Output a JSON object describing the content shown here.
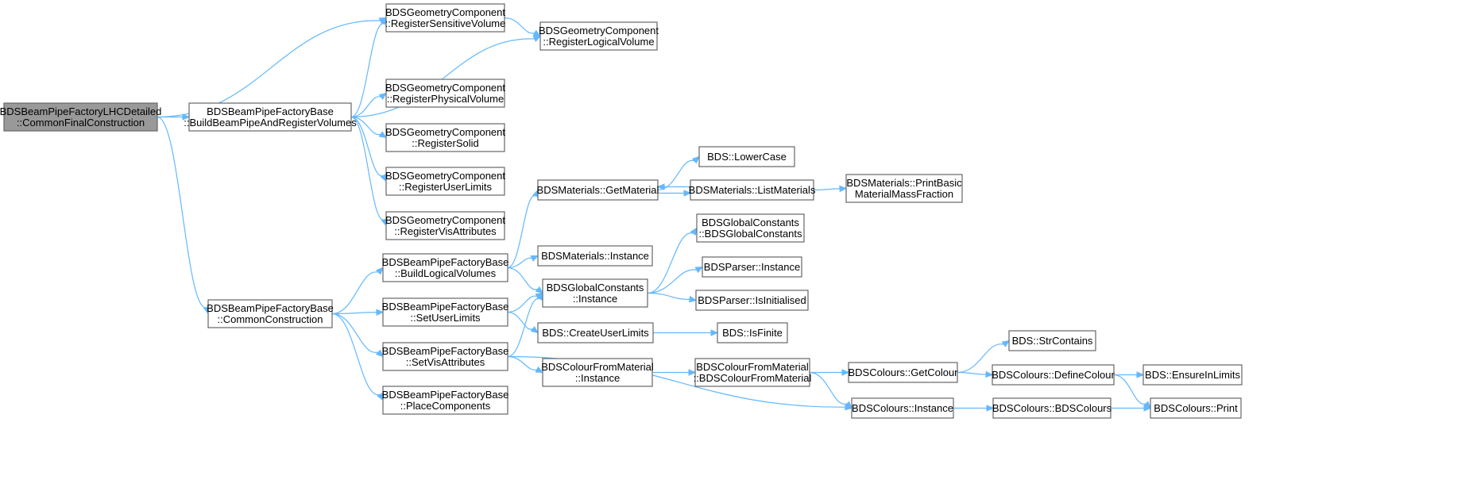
{
  "diagram": {
    "nodes": [
      {
        "id": "root",
        "lines": [
          "BDSBeamPipeFactoryLHCDetailed",
          "::CommonFinalConstruction"
        ],
        "highlight": true
      },
      {
        "id": "bbpr",
        "lines": [
          "BDSBeamPipeFactoryBase",
          "::BuildBeamPipeAndRegisterVolumes"
        ]
      },
      {
        "id": "cc",
        "lines": [
          "BDSBeamPipeFactoryBase",
          "::CommonConstruction"
        ]
      },
      {
        "id": "rsv",
        "lines": [
          "BDSGeometryComponent",
          "::RegisterSensitiveVolume"
        ]
      },
      {
        "id": "rlv",
        "lines": [
          "BDSGeometryComponent",
          "::RegisterLogicalVolume"
        ]
      },
      {
        "id": "rpv",
        "lines": [
          "BDSGeometryComponent",
          "::RegisterPhysicalVolume"
        ]
      },
      {
        "id": "rs",
        "lines": [
          "BDSGeometryComponent",
          "::RegisterSolid"
        ]
      },
      {
        "id": "rul",
        "lines": [
          "BDSGeometryComponent",
          "::RegisterUserLimits"
        ]
      },
      {
        "id": "rva",
        "lines": [
          "BDSGeometryComponent",
          "::RegisterVisAttributes"
        ]
      },
      {
        "id": "blv",
        "lines": [
          "BDSBeamPipeFactoryBase",
          "::BuildLogicalVolumes"
        ]
      },
      {
        "id": "sul",
        "lines": [
          "BDSBeamPipeFactoryBase",
          "::SetUserLimits"
        ]
      },
      {
        "id": "sva",
        "lines": [
          "BDSBeamPipeFactoryBase",
          "::SetVisAttributes"
        ]
      },
      {
        "id": "pc",
        "lines": [
          "BDSBeamPipeFactoryBase",
          "::PlaceComponents"
        ]
      },
      {
        "id": "gm",
        "lines": [
          "BDSMaterials::GetMaterial"
        ]
      },
      {
        "id": "mi",
        "lines": [
          "BDSMaterials::Instance"
        ]
      },
      {
        "id": "gci",
        "lines": [
          "BDSGlobalConstants",
          "::Instance"
        ]
      },
      {
        "id": "cul",
        "lines": [
          "BDS::CreateUserLimits"
        ]
      },
      {
        "id": "cfmi",
        "lines": [
          "BDSColourFromMaterial",
          "::Instance"
        ]
      },
      {
        "id": "lc",
        "lines": [
          "BDS::LowerCase"
        ]
      },
      {
        "id": "lm",
        "lines": [
          "BDSMaterials::ListMaterials"
        ]
      },
      {
        "id": "pbm",
        "lines": [
          "BDSMaterials::PrintBasic",
          "MaterialMassFraction"
        ]
      },
      {
        "id": "gcgc",
        "lines": [
          "BDSGlobalConstants",
          "::BDSGlobalConstants"
        ]
      },
      {
        "id": "pi",
        "lines": [
          "BDSParser::Instance"
        ]
      },
      {
        "id": "pii",
        "lines": [
          "BDSParser::IsInitialised"
        ]
      },
      {
        "id": "isf",
        "lines": [
          "BDS::IsFinite"
        ]
      },
      {
        "id": "cfmc",
        "lines": [
          "BDSColourFromMaterial",
          "::BDSColourFromMaterial"
        ]
      },
      {
        "id": "gc",
        "lines": [
          "BDSColours::GetColour"
        ]
      },
      {
        "id": "ci",
        "lines": [
          "BDSColours::Instance"
        ]
      },
      {
        "id": "sc",
        "lines": [
          "BDS::StrContains"
        ]
      },
      {
        "id": "dc",
        "lines": [
          "BDSColours::DefineColour"
        ]
      },
      {
        "id": "eil",
        "lines": [
          "BDS::EnsureInLimits"
        ]
      },
      {
        "id": "cbc",
        "lines": [
          "BDSColours::BDSColours"
        ]
      },
      {
        "id": "cp",
        "lines": [
          "BDSColours::Print"
        ]
      }
    ],
    "edges": [
      [
        "root",
        "rsv"
      ],
      [
        "root",
        "bbpr"
      ],
      [
        "root",
        "cc"
      ],
      [
        "bbpr",
        "rsv"
      ],
      [
        "bbpr",
        "rlv"
      ],
      [
        "bbpr",
        "rpv"
      ],
      [
        "bbpr",
        "rs"
      ],
      [
        "bbpr",
        "rul"
      ],
      [
        "bbpr",
        "rva"
      ],
      [
        "rsv",
        "rlv"
      ],
      [
        "cc",
        "blv"
      ],
      [
        "cc",
        "sul"
      ],
      [
        "cc",
        "sva"
      ],
      [
        "cc",
        "pc"
      ],
      [
        "blv",
        "gm"
      ],
      [
        "blv",
        "mi"
      ],
      [
        "blv",
        "gci"
      ],
      [
        "sul",
        "gci"
      ],
      [
        "sul",
        "cul"
      ],
      [
        "sva",
        "gci"
      ],
      [
        "sva",
        "cfmi"
      ],
      [
        "sva",
        "ci"
      ],
      [
        "gm",
        "lc"
      ],
      [
        "gm",
        "lm"
      ],
      [
        "lm",
        "gm"
      ],
      [
        "lm",
        "pbm"
      ],
      [
        "gci",
        "gcgc"
      ],
      [
        "gci",
        "pi"
      ],
      [
        "gci",
        "pii"
      ],
      [
        "cul",
        "isf"
      ],
      [
        "cfmi",
        "cfmc"
      ],
      [
        "cfmc",
        "gc"
      ],
      [
        "cfmc",
        "ci"
      ],
      [
        "gc",
        "sc"
      ],
      [
        "gc",
        "dc"
      ],
      [
        "dc",
        "eil"
      ],
      [
        "dc",
        "cp"
      ],
      [
        "ci",
        "cbc"
      ],
      [
        "cbc",
        "cp"
      ]
    ]
  }
}
